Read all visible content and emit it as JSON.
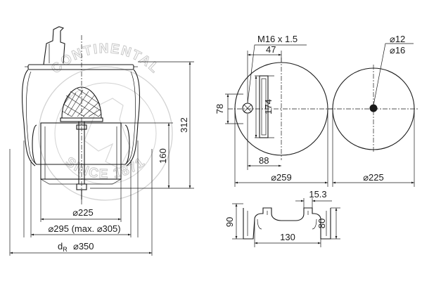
{
  "watermark": {
    "brand": "CONTINENTAL",
    "since": "SINCE 1871"
  },
  "colors": {
    "line": "#1a1a1a",
    "watermark": "#c8c8c8",
    "background": "#ffffff"
  },
  "side_view": {
    "dim_height_total": "312",
    "dim_height_piston": "160",
    "dim_piston_dia": "⌀225",
    "dim_bellows_dia": "⌀295 (max. ⌀305)",
    "dim_dr_symbol": "d",
    "dim_dr_sub": "R",
    "dim_dr_value": "⌀350"
  },
  "top_plate": {
    "thread": "M16 x 1.5",
    "dim_offset": "47",
    "dim_height": "78",
    "dim_slot": "174",
    "dim_width": "88",
    "dim_dia": "⌀259"
  },
  "bottom_plate": {
    "dim_hole_small": "⌀12",
    "dim_hole_large": "⌀16",
    "dim_dia": "⌀225"
  },
  "section_view": {
    "dim_top": "15.3",
    "dim_left": "90",
    "dim_right": "80",
    "dim_bottom": "130"
  }
}
